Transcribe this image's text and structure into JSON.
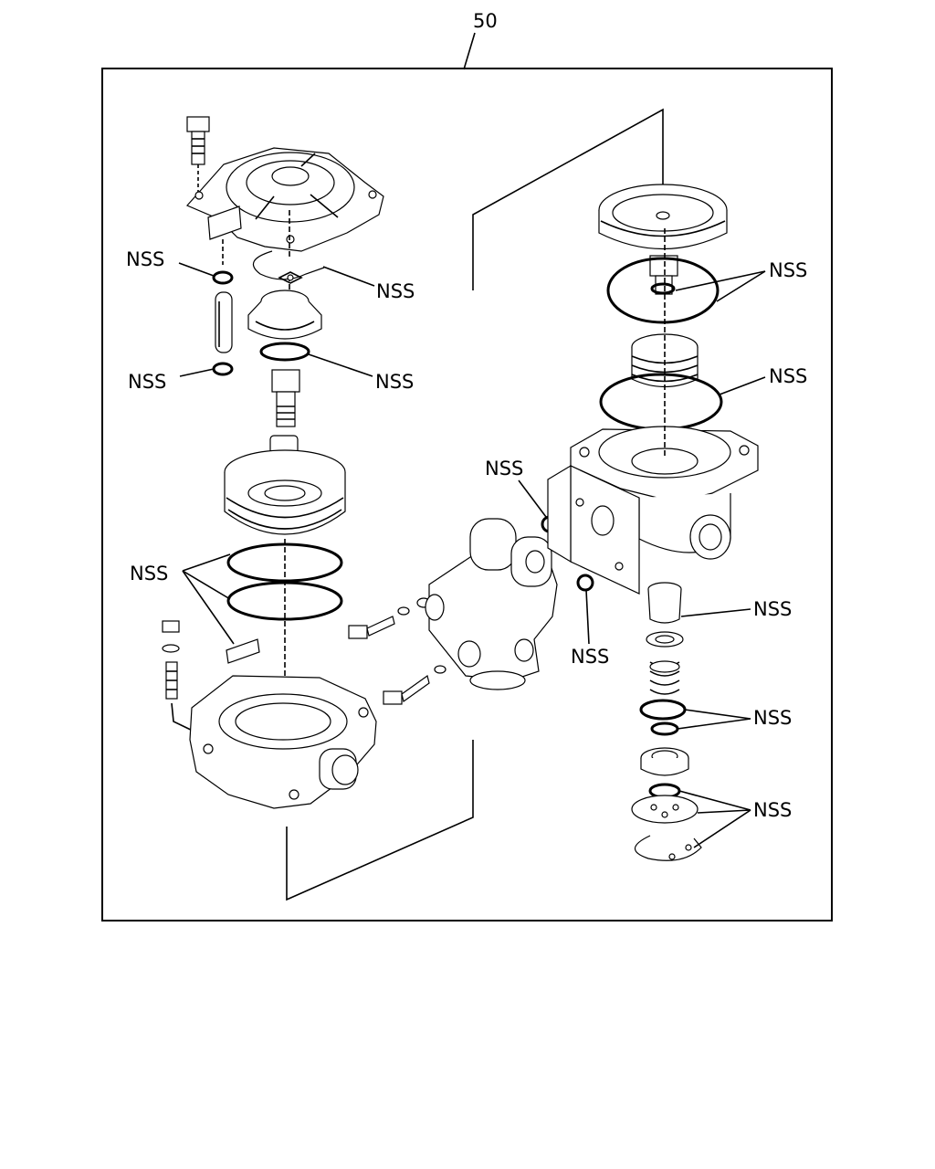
{
  "diagram": {
    "callout_number": "50",
    "labels": {
      "nss_top_left_ring": "NSS",
      "nss_top_snap_ring": "NSS",
      "nss_left_lower_ring": "NSS",
      "nss_piston_ring": "NSS",
      "nss_body_seals": "NSS",
      "nss_center_oring": "NSS",
      "nss_center_lower_oring": "NSS",
      "nss_right_top_oring": "NSS",
      "nss_right_large_oring": "NSS",
      "nss_right_sleeve": "NSS",
      "nss_right_spring_rings": "NSS",
      "nss_right_bottom_rings": "NSS"
    }
  }
}
